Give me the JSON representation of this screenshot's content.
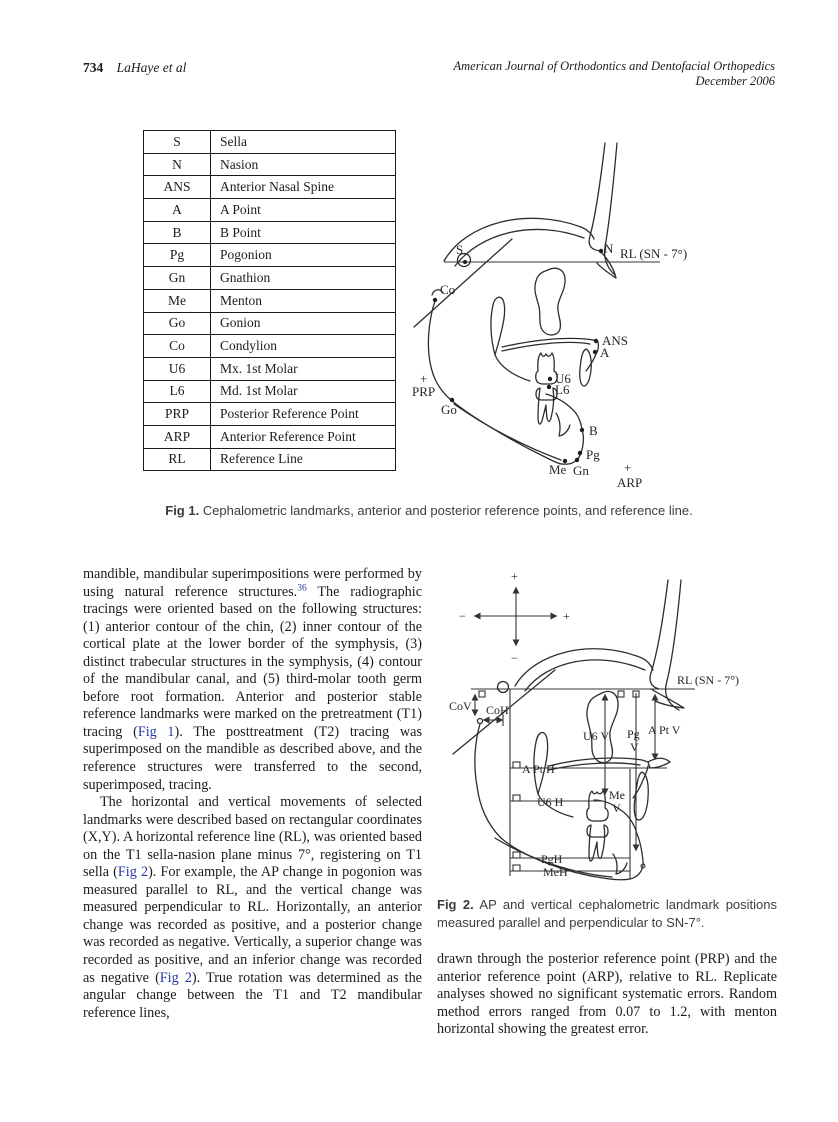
{
  "header": {
    "page_number": "734",
    "authors": "LaHaye et al",
    "journal": "American Journal of Orthodontics and Dentofacial Orthopedics",
    "issue": "December 2006"
  },
  "fig1": {
    "table_rows": [
      [
        "S",
        "Sella"
      ],
      [
        "N",
        "Nasion"
      ],
      [
        "ANS",
        "Anterior Nasal Spine"
      ],
      [
        "A",
        "A Point"
      ],
      [
        "B",
        "B Point"
      ],
      [
        "Pg",
        "Pogonion"
      ],
      [
        "Gn",
        "Gnathion"
      ],
      [
        "Me",
        "Menton"
      ],
      [
        "Go",
        "Gonion"
      ],
      [
        "Co",
        "Condylion"
      ],
      [
        "U6",
        "Mx. 1st Molar"
      ],
      [
        "L6",
        "Md. 1st Molar"
      ],
      [
        "PRP",
        "Posterior Reference Point"
      ],
      [
        "ARP",
        "Anterior Reference Point"
      ],
      [
        "RL",
        "Reference Line"
      ]
    ],
    "labels": {
      "s": "S",
      "n": "N",
      "rl": "RL (SN - 7°)",
      "co": "Co",
      "ans": "ANS",
      "a": "A",
      "u6": "U6",
      "l6": "L6",
      "plus_prp": "+",
      "prp": "PRP",
      "go": "Go",
      "b": "B",
      "pg": "Pg",
      "me": "Me",
      "gn": "Gn",
      "plus_arp": "+",
      "arp": "ARP"
    },
    "caption_label": "Fig 1.",
    "caption_text": " Cephalometric landmarks, anterior and posterior reference points, and reference line."
  },
  "fig2": {
    "labels": {
      "rl": "RL (SN - 7°)",
      "plus_top": "+",
      "minus_bottom": "−",
      "minus_left": "−",
      "plus_right": "+",
      "cov": "CoV",
      "coh": "CoH",
      "u6v": "U6 V",
      "pg": "Pg",
      "pg_v": "V",
      "aptv": "A Pt V",
      "apth": "A Pt H",
      "u6h": "U6 H",
      "me": "Me",
      "me_v": "V",
      "pgh": "PgH",
      "meh": "MeH"
    },
    "caption_label": "Fig 2.",
    "caption_text": " AP and vertical cephalometric landmark positions measured parallel and perpendicular to SN-7°."
  },
  "body": {
    "left_para1": [
      {
        "t": "mandible, mandibular superimpositions were performed by using natural reference structures."
      },
      {
        "t": "36",
        "c": "sup"
      },
      {
        "t": " The radiographic tracings were oriented based on the following structures: (1) anterior contour of the chin, (2) inner contour of the cortical plate at the lower border of the symphysis, (3) distinct trabecular structures in the symphysis, (4) contour of the mandibular canal, and (5) third-molar tooth germ before root formation. Anterior and posterior stable reference landmarks were marked on the pretreatment (T1) tracing ("
      },
      {
        "t": "Fig 1",
        "c": "ref"
      },
      {
        "t": "). The posttreatment (T2) tracing was superimposed on the mandible as described above, and the reference structures were transferred to the second, superimposed, tracing."
      }
    ],
    "left_para2": [
      {
        "t": "The horizontal and vertical movements of selected landmarks were described based on rectangular coordinates (X,Y). A horizontal reference line (RL), was oriented based on the T1 sella-nasion plane minus 7°, registering on T1 sella ("
      },
      {
        "t": "Fig 2",
        "c": "ref"
      },
      {
        "t": "). For example, the AP change in pogonion was measured parallel to RL, and the vertical change was measured perpendicular to RL. Horizontally, an anterior change was recorded as positive, and a posterior change was recorded as negative. Vertically, a superior change was recorded as positive, and an inferior change was recorded as negative ("
      },
      {
        "t": "Fig 2",
        "c": "ref"
      },
      {
        "t": "). True rotation was determined as the angular change between the T1 and T2 mandibular reference lines,"
      }
    ],
    "right_para": [
      {
        "t": "drawn through the posterior reference point (PRP) and the anterior reference point (ARP), relative to RL. Replicate analyses showed no significant systematic errors. Random method errors ranged from 0.07 to 1.2, with menton horizontal showing the greatest error."
      }
    ]
  }
}
